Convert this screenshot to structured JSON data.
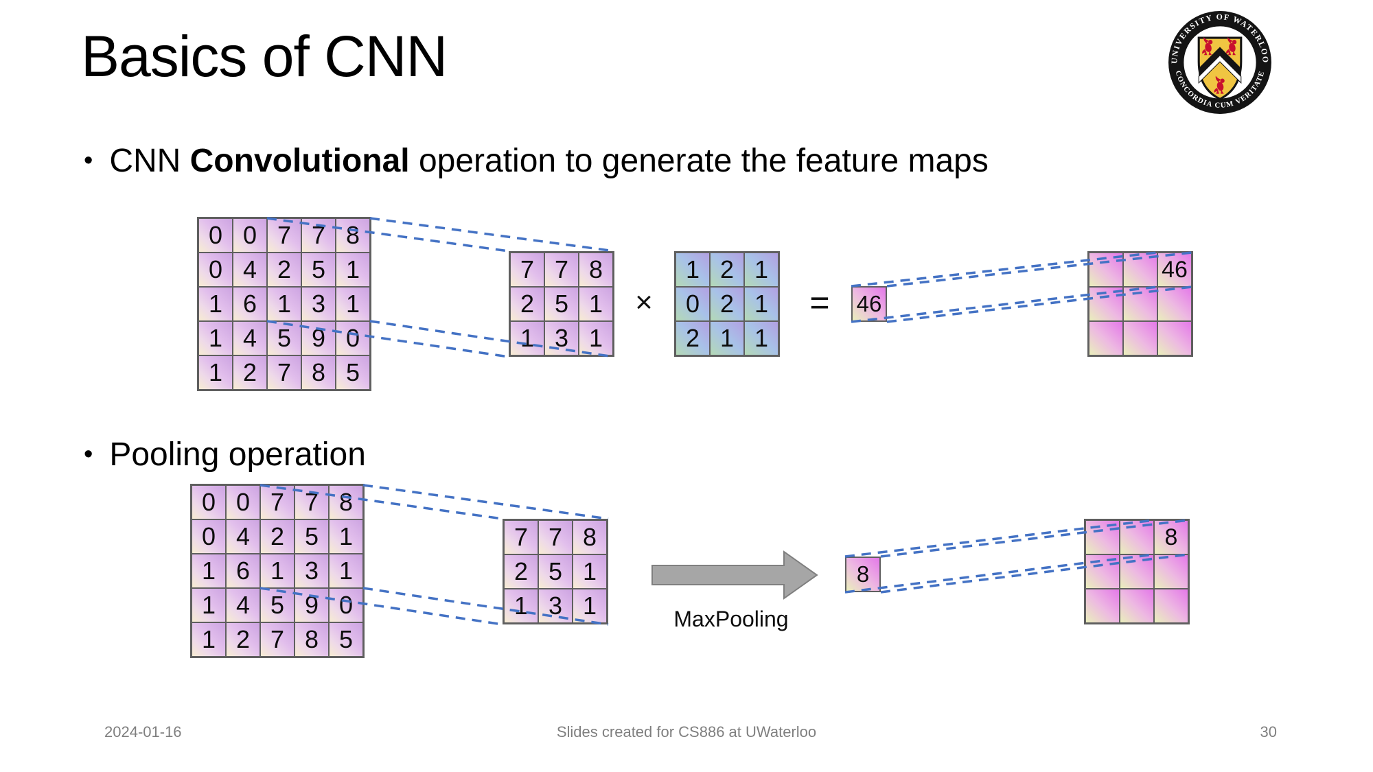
{
  "slide": {
    "title": "Basics of CNN",
    "footer": {
      "date": "2024-01-16",
      "center": "Slides created for CS886 at UWaterloo",
      "page": "30"
    }
  },
  "logo": {
    "top_text": "UNIVERSITY OF WATERLOO",
    "bottom_text": "CONCORDIA CUM VERITATE"
  },
  "bullets": {
    "marker": "•",
    "b1_pre": "CNN ",
    "b1_bold": "Convolutional",
    "b1_post": " operation to generate the feature maps",
    "b2": "Pooling operation"
  },
  "convolution": {
    "input": [
      [
        "0",
        "0",
        "7",
        "7",
        "8"
      ],
      [
        "0",
        "4",
        "2",
        "5",
        "1"
      ],
      [
        "1",
        "6",
        "1",
        "3",
        "1"
      ],
      [
        "1",
        "4",
        "5",
        "9",
        "0"
      ],
      [
        "1",
        "2",
        "7",
        "8",
        "5"
      ]
    ],
    "patch": [
      [
        "7",
        "7",
        "8"
      ],
      [
        "2",
        "5",
        "1"
      ],
      [
        "1",
        "3",
        "1"
      ]
    ],
    "times": "×",
    "kernel": [
      [
        "1",
        "2",
        "1"
      ],
      [
        "0",
        "2",
        "1"
      ],
      [
        "2",
        "1",
        "1"
      ]
    ],
    "equals": "=",
    "result_value": "46",
    "output": [
      [
        "",
        "",
        "46"
      ],
      [
        "",
        "",
        ""
      ],
      [
        "",
        "",
        ""
      ]
    ]
  },
  "pooling": {
    "input": [
      [
        "0",
        "0",
        "7",
        "7",
        "8"
      ],
      [
        "0",
        "4",
        "2",
        "5",
        "1"
      ],
      [
        "1",
        "6",
        "1",
        "3",
        "1"
      ],
      [
        "1",
        "4",
        "5",
        "9",
        "0"
      ],
      [
        "1",
        "2",
        "7",
        "8",
        "5"
      ]
    ],
    "patch": [
      [
        "7",
        "7",
        "8"
      ],
      [
        "2",
        "5",
        "1"
      ],
      [
        "1",
        "3",
        "1"
      ]
    ],
    "arrow_label": "MaxPooling",
    "result_value": "8",
    "output": [
      [
        "",
        "",
        "8"
      ],
      [
        "",
        "",
        ""
      ],
      [
        "",
        "",
        ""
      ]
    ]
  },
  "colors": {
    "dashed_line": "#4472c4",
    "arrow_fill": "#a6a6a6",
    "footer_text": "#7f7f7f",
    "matrix_purple": "#e2bfec",
    "kernel_blue": "#a8c2e8",
    "result_magenta": "#e478e9",
    "shield_gold": "#f0c542",
    "lion_red": "#c8102e"
  }
}
